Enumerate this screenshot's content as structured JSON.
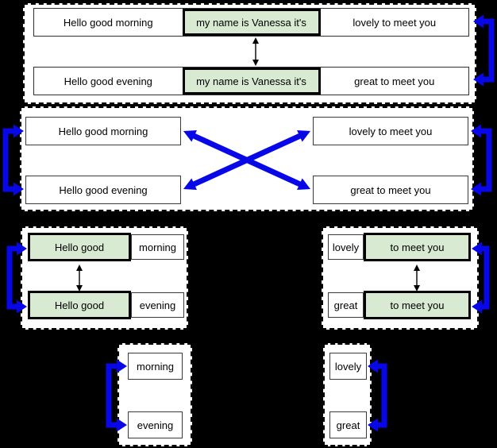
{
  "colors": {
    "blue": "#0707e8",
    "green": "#d9ead3",
    "panel_bg": "#ffffff",
    "background": "#000000"
  },
  "panel1": {
    "rows": [
      {
        "left": "Hello good morning",
        "middle": "my name is Vanessa it's",
        "right": "lovely to meet you"
      },
      {
        "left": "Hello good evening",
        "middle": "my name is Vanessa it's",
        "right": "great to meet you"
      }
    ]
  },
  "panel2": {
    "boxes": {
      "top_left": "Hello good morning",
      "bottom_left": "Hello good evening",
      "top_right": "lovely to meet you",
      "bottom_right": "great to meet you"
    }
  },
  "panel3_left": {
    "rows": [
      {
        "shared": "Hello good",
        "unique": "morning"
      },
      {
        "shared": "Hello good",
        "unique": "evening"
      }
    ]
  },
  "panel3_right": {
    "rows": [
      {
        "unique": "lovely",
        "shared": "to meet you"
      },
      {
        "unique": "great",
        "shared": "to meet you"
      }
    ]
  },
  "panel4_left": {
    "items": [
      "morning",
      "evening"
    ]
  },
  "panel4_right": {
    "items": [
      "lovely",
      "great"
    ]
  }
}
